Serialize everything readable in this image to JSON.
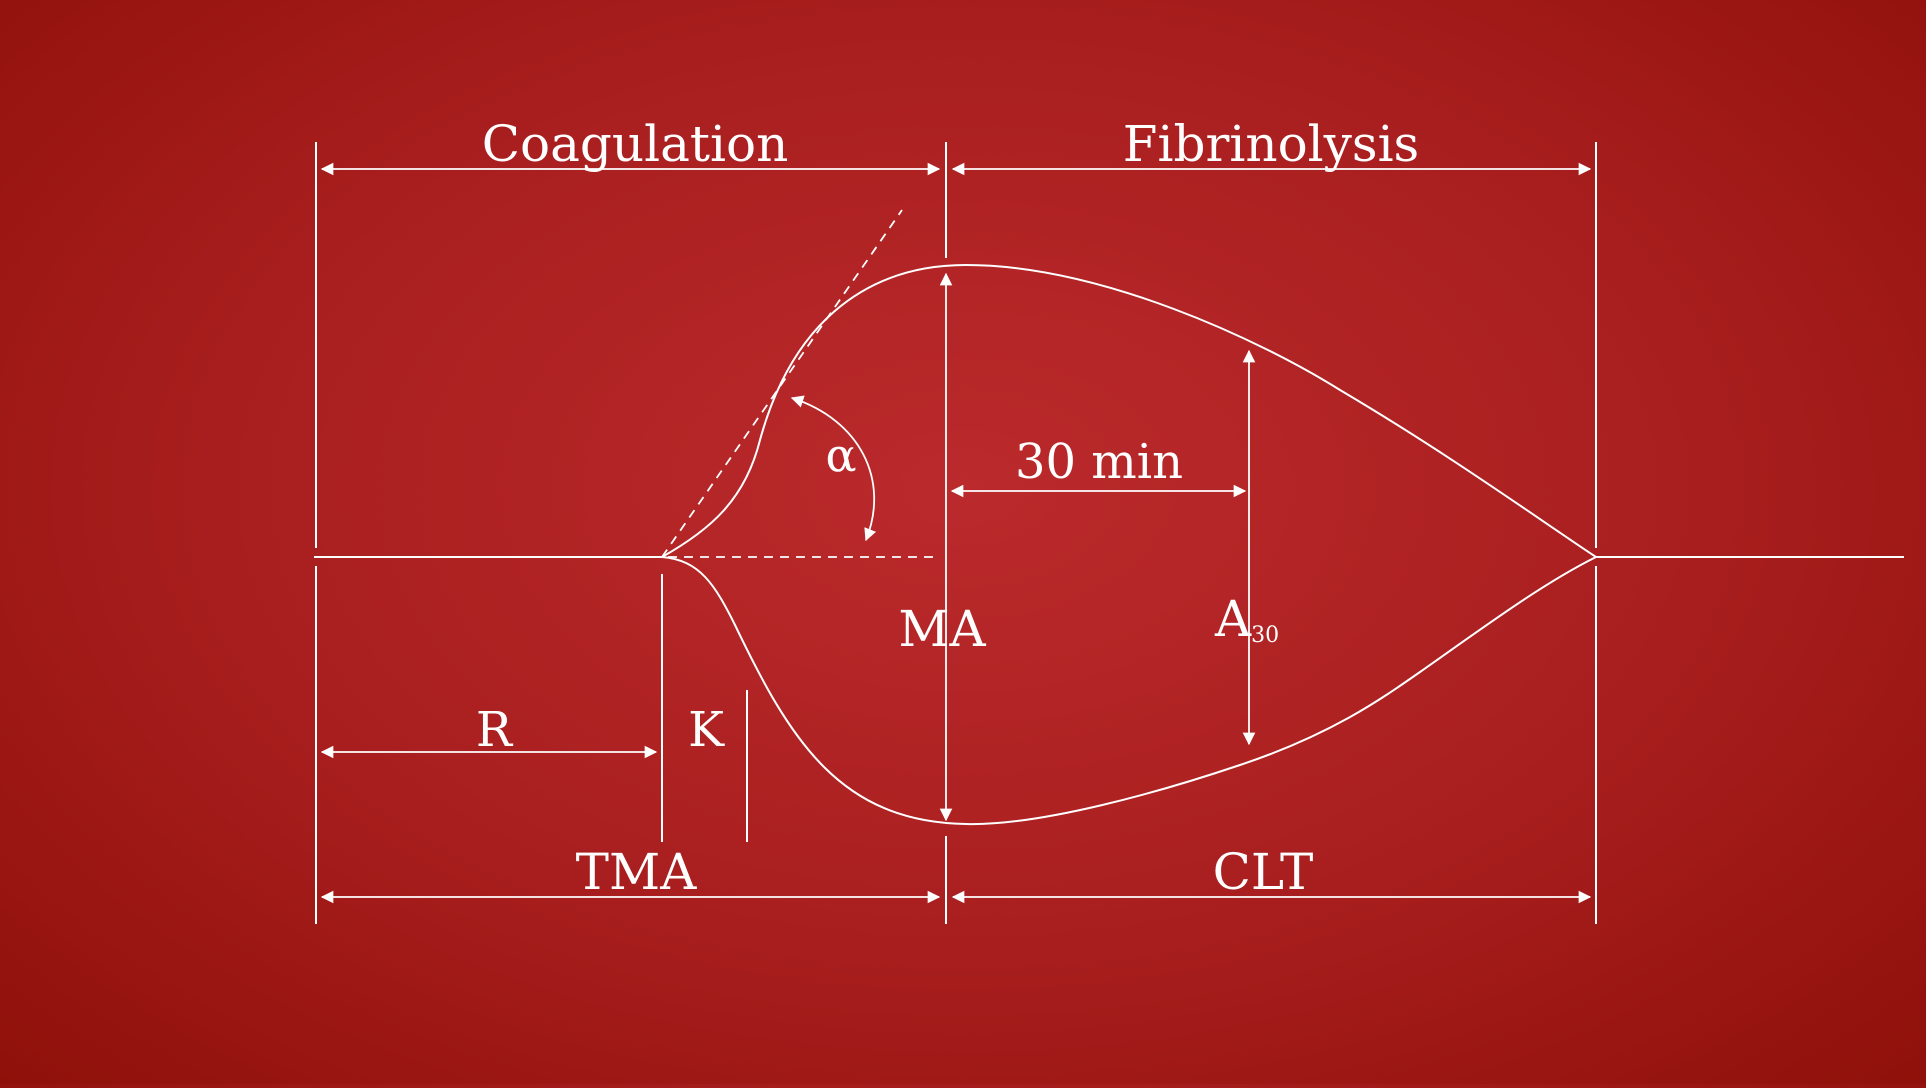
{
  "diagram": {
    "labels": {
      "coagulation": "Coagulation",
      "fibrinolysis": "Fibrinolysis",
      "alpha": "α",
      "thirty_min": "30 min",
      "ma": "MA",
      "a30_main": "A",
      "a30_sub": "30",
      "r": "R",
      "k": "K",
      "tma": "TMA",
      "clt": "CLT"
    },
    "colors": {
      "background": "#a81e1e",
      "stroke": "#ffffff",
      "text": "#ffffff"
    }
  }
}
